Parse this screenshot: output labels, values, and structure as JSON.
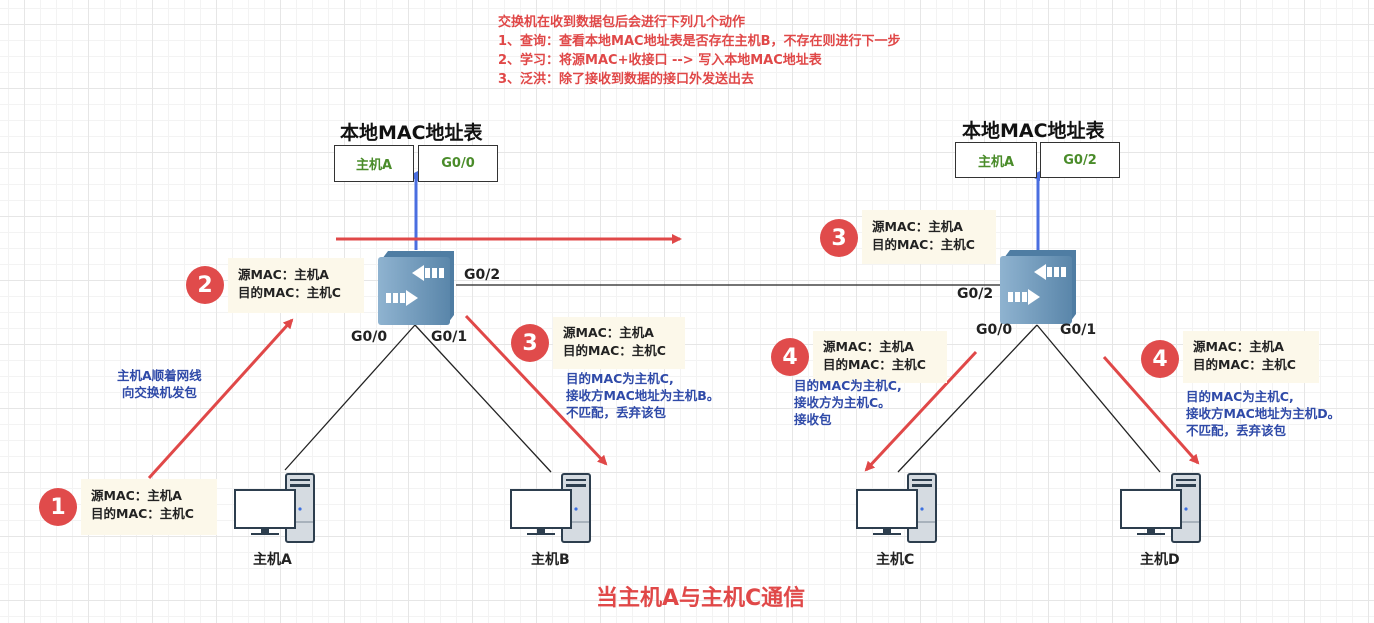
{
  "notes": {
    "title": "交换机在收到数据包后会进行下列几个动作",
    "steps": [
      "1、查询：查看本地MAC地址表是否存在主机B，不存在则进行下一步",
      "2、学习：将源MAC+收接口 --> 写入本地MAC地址表",
      "3、泛洪：除了接收到数据的接口外发送出去"
    ]
  },
  "switches": [
    {
      "name": "switch-1",
      "mac_table": {
        "title": "本地MAC地址表",
        "host": "主机A",
        "port": "G0/0"
      },
      "ports": [
        "G0/0",
        "G0/1",
        "G0/2"
      ]
    },
    {
      "name": "switch-2",
      "mac_table": {
        "title": "本地MAC地址表",
        "host": "主机A",
        "port": "G0/2"
      },
      "ports": [
        "G0/0",
        "G0/1",
        "G0/2"
      ]
    }
  ],
  "hosts": [
    "主机A",
    "主机B",
    "主机C",
    "主机D"
  ],
  "frames": [
    {
      "step": "1",
      "src": "源MAC：主机A",
      "dst": "目的MAC：主机C"
    },
    {
      "step": "2",
      "src": "源MAC：主机A",
      "dst": "目的MAC：主机C"
    },
    {
      "step": "3",
      "src": "源MAC：主机A",
      "dst": "目的MAC：主机C"
    },
    {
      "step": "3",
      "src": "源MAC：主机A",
      "dst": "目的MAC：主机C"
    },
    {
      "step": "4",
      "src": "源MAC：主机A",
      "dst": "目的MAC：主机C"
    },
    {
      "step": "4",
      "src": "源MAC：主机A",
      "dst": "目的MAC：主机C"
    }
  ],
  "annotations": {
    "send": [
      "主机A顺着网线",
      "向交换机发包"
    ],
    "hostB": [
      "目的MAC为主机C,",
      "接收方MAC地址为主机B。",
      "不匹配，丢弃该包"
    ],
    "hostC": [
      "目的MAC为主机C,",
      "接收方为主机C。",
      "接收包"
    ],
    "hostD": [
      "目的MAC为主机C,",
      "接收方MAC地址为主机D。",
      "不匹配，丢弃该包"
    ]
  },
  "caption": "当主机A与主机C通信",
  "colors": {
    "flow_arrow": "#e04848",
    "learn_arrow": "#4a6ee0",
    "link": "#222222",
    "note_text": "#e04848",
    "explain_text": "#2f4aa8",
    "table_text": "#4a8c2a",
    "frame_bg": "#fcf8ea"
  }
}
